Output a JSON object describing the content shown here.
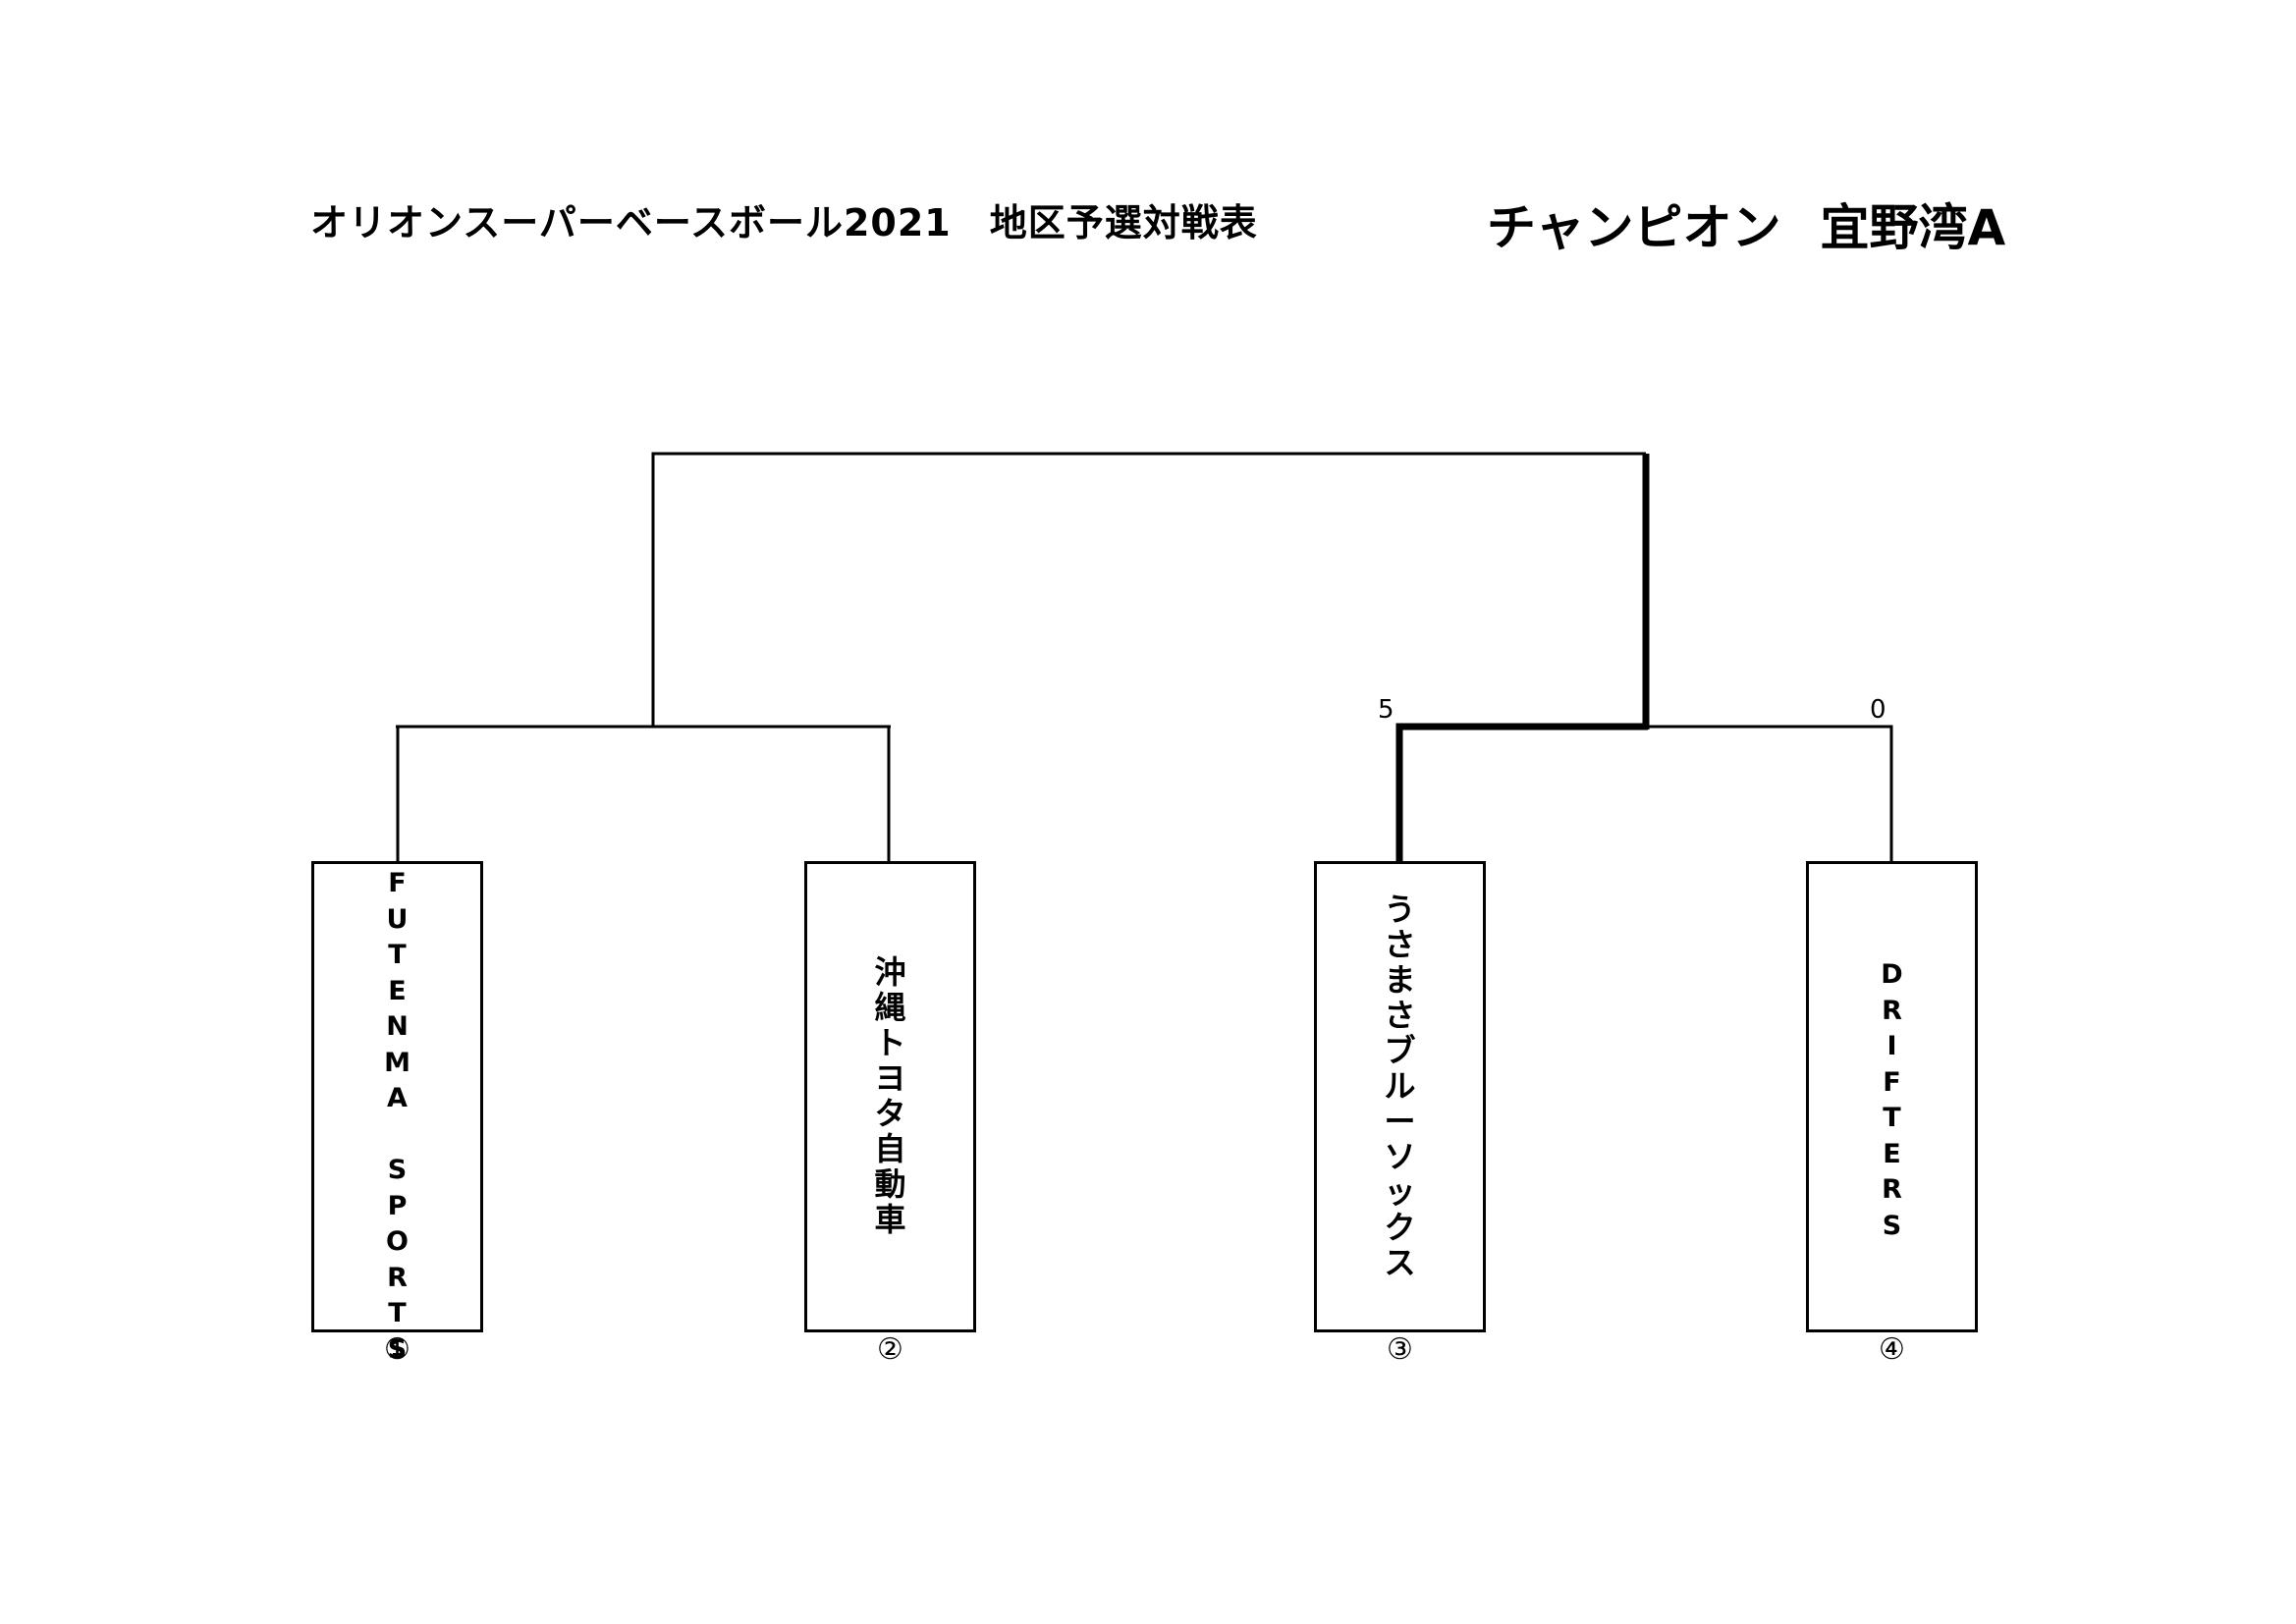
{
  "header": {
    "title": "オリオンスーパーベースボール2021　地区予選対戦表",
    "champion_label": "チャンピオン",
    "champion_team": "宜野湾A"
  },
  "teams": [
    {
      "number": "①",
      "name": "FUTENMA　SPORTS",
      "chars": [
        "F",
        "U",
        "T",
        "E",
        "N",
        "M",
        "A",
        "",
        "S",
        "P",
        "O",
        "R",
        "T",
        "S"
      ]
    },
    {
      "number": "②",
      "name": "沖縄トヨタ自動車",
      "chars": [
        "沖",
        "縄",
        "ト",
        "ヨ",
        "タ",
        "自",
        "動",
        "車"
      ]
    },
    {
      "number": "③",
      "name": "うさまさブルーソックス",
      "chars": [
        "う",
        "さ",
        "ま",
        "さ",
        "ブ",
        "ル",
        "ー",
        "ソ",
        "ッ",
        "ク",
        "ス"
      ]
    },
    {
      "number": "④",
      "name": "DRIFTERS",
      "chars": [
        "D",
        "R",
        "I",
        "F",
        "T",
        "E",
        "R",
        "S"
      ]
    }
  ],
  "match_results": [
    {
      "match": "3-4",
      "score_team3": "5",
      "score_team4": "0",
      "winner": 3
    }
  ],
  "colors": {
    "line": "#000000",
    "background": "#ffffff"
  }
}
